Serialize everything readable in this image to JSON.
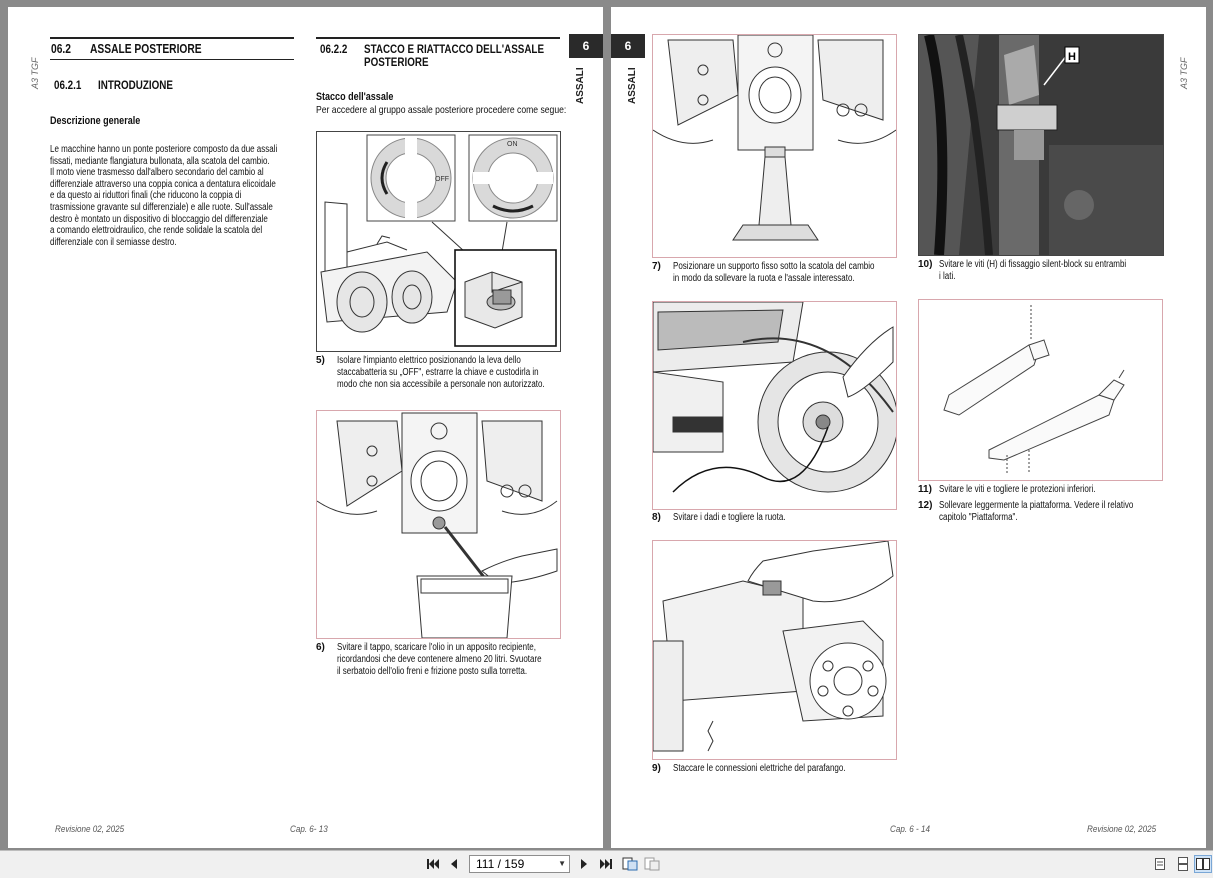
{
  "left_page": {
    "section_num": "06.2",
    "section_title": "ASSALE POSTERIORE",
    "subsection_num": "06.2.1",
    "subsection_title": "INTRODUZIONE",
    "general_heading": "Descrizione generale",
    "general_lines": [
      "Le macchine hanno un ponte posteriore composto da due assali",
      "fissati, mediante flangiatura bullonata, alla scatola del cambio.",
      "Il moto viene trasmesso dall'albero secondario del cambio al",
      "differenziale attraverso una coppia conica a dentatura elicoidale",
      "e da questo ai riduttori finali (che riducono la coppia di",
      "trasmissione gravante sul differenziale) e alle ruote. Sull'assale",
      "destro è montato un dispositivo di bloccaggio del differenziale",
      "a comando elettroidraulico, che rende solidale la scatola del",
      "differenziale con il semiasse destro."
    ],
    "sub2_num": "06.2.2",
    "sub2_title_1": "STACCO E RIATTACCO DELL'ASSALE",
    "sub2_title_2": "POSTERIORE",
    "stacco_heading": "Stacco dell'assale",
    "stacco_intro": "Per accedere al gruppo assale posteriore procedere come segue:",
    "fig_off_label": "OFF",
    "fig_on_label": "ON",
    "step5_num": "5)",
    "step5_lines": [
      "Isolare l'impianto elettrico posizionando la leva dello",
      "staccabatteria su „OFF\", estrarre la chiave e custodirla in",
      "modo che non sia accessibile a personale non autorizzato."
    ],
    "step6_num": "6)",
    "step6_lines": [
      "Svitare il tappo, scaricare l'olio in un apposito recipiente,",
      "ricordandosi che deve contenere  almeno 20 litri. Svuotare",
      "il serbatoio dell'olio freni e frizione posto sulla torretta."
    ],
    "tab_number": "6",
    "tab_label": "ASSALI",
    "side_label": "A3 TGF",
    "footer_rev": "Revisione 02, 2025",
    "footer_page": "Cap. 6- 13"
  },
  "right_page": {
    "tab_number": "6",
    "tab_label": "ASSALI",
    "side_label": "A3 TGF",
    "fig10_label": "H",
    "step7_num": "7)",
    "step7_lines": [
      "Posizionare un supporto fisso sotto la scatola del cambio",
      "in modo da sollevare la ruota e l'assale interessato."
    ],
    "step8_num": "8)",
    "step8_lines": [
      "Svitare i dadi e togliere la ruota."
    ],
    "step9_num": "9)",
    "step9_lines": [
      "Staccare le connessioni elettriche del parafango."
    ],
    "step10_num": "10)",
    "step10_lines": [
      "Svitare le viti (H) di fissaggio silent-block su entrambi",
      "i lati."
    ],
    "step11_num": "11)",
    "step11_lines": [
      "Svitare le viti e togliere le protezioni inferiori."
    ],
    "step12_num": "12)",
    "step12_lines": [
      "Sollevare leggermente la piattaforma. Vedere il relativo",
      "capitolo \"Piattaforma\"."
    ],
    "footer_page": "Cap. 6 - 14",
    "footer_rev": "Revisione 02, 2025"
  },
  "toolbar": {
    "page_indicator": "111 / 159",
    "icons": [
      "first-page-icon",
      "prev-page-icon",
      "next-page-icon",
      "last-page-icon",
      "fit-page-icon",
      "rotate-icon",
      "single-page-view-icon",
      "continuous-view-icon",
      "two-page-view-icon"
    ]
  }
}
